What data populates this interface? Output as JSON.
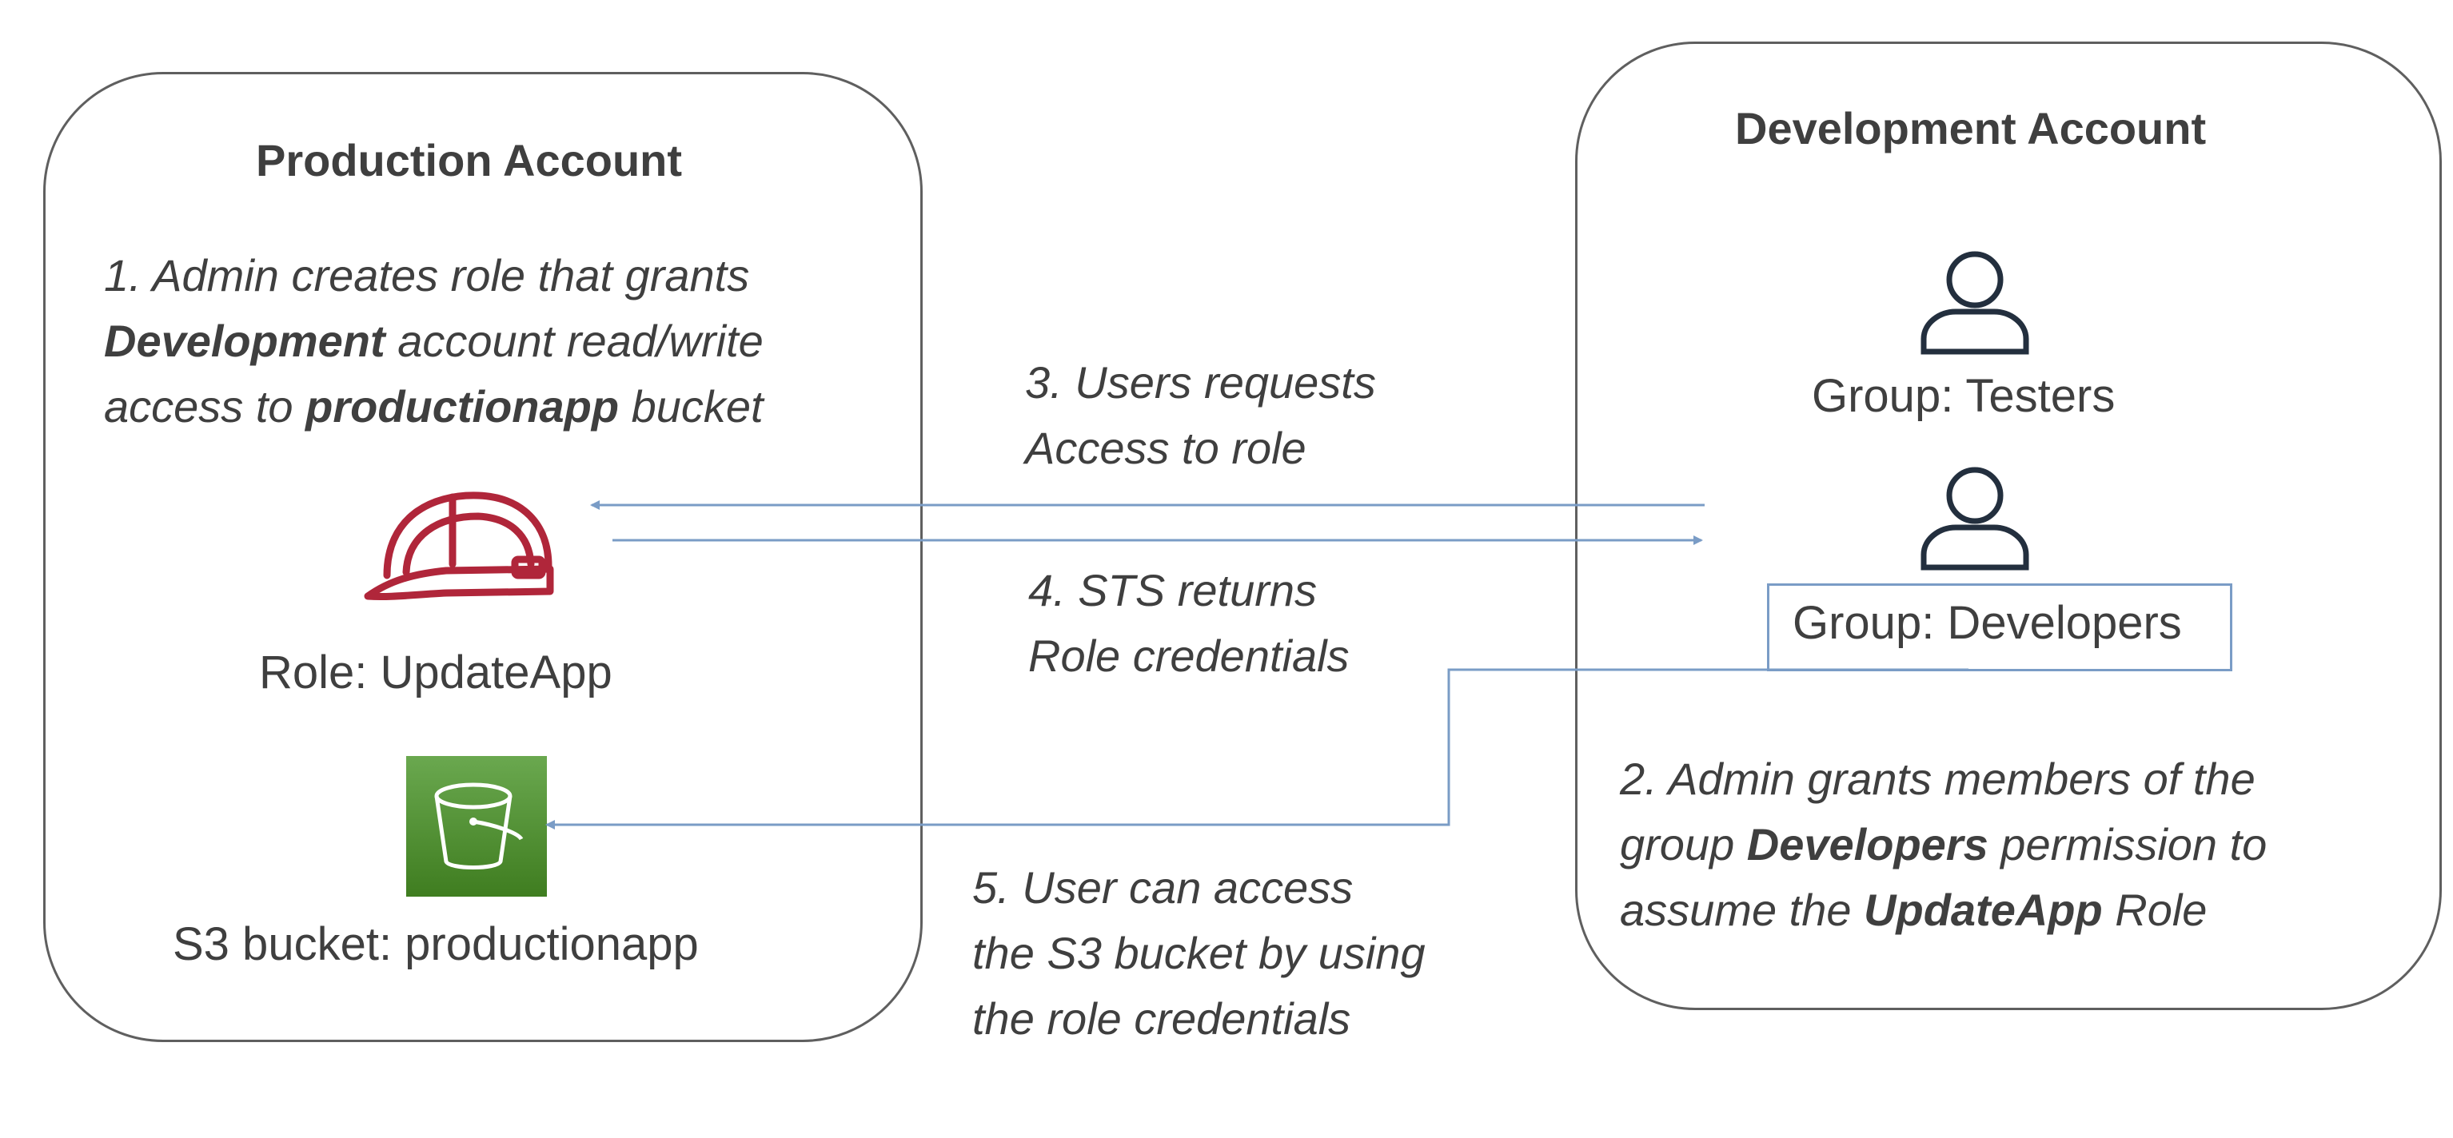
{
  "production": {
    "title": "Production Account",
    "step1": {
      "line1": "1. Admin creates role that grants",
      "line2_bold": "Development",
      "line2_rest": " account read/write",
      "line3_pre": "access to ",
      "line3_bold": "productionapp",
      "line3_post": " bucket"
    },
    "role_label": "Role: UpdateApp",
    "bucket_label": "S3 bucket: productionapp",
    "role_icon": "hard-hat-icon",
    "bucket_icon": "s3-bucket-icon"
  },
  "development": {
    "title": "Development Account",
    "testers_label": "Group: Testers",
    "developers_label": "Group: Developers",
    "user_icon": "user-icon",
    "step2": {
      "line1": "2. Admin grants members of the",
      "line2_pre": "group ",
      "line2_bold": "Developers",
      "line2_post": " permission to",
      "line3_pre": "assume the ",
      "line3_bold": "UpdateApp",
      "line3_post": " Role"
    }
  },
  "flow": {
    "step3": {
      "line1": "3. Users requests",
      "line2": "Access to role"
    },
    "step4": {
      "line1": "4. STS returns",
      "line2": "Role credentials"
    },
    "step5": {
      "line1": "5. User can access",
      "line2": "the S3 bucket by using",
      "line3": "the role credentials"
    }
  },
  "colors": {
    "border": "#5f5f5f",
    "text": "#3f3f3f",
    "arrow": "#7a9cc6",
    "hat": "#b0263a",
    "bucket_top": "#6aa84f",
    "bucket_bottom": "#3f7d20",
    "user_icon": "#232f3e"
  }
}
